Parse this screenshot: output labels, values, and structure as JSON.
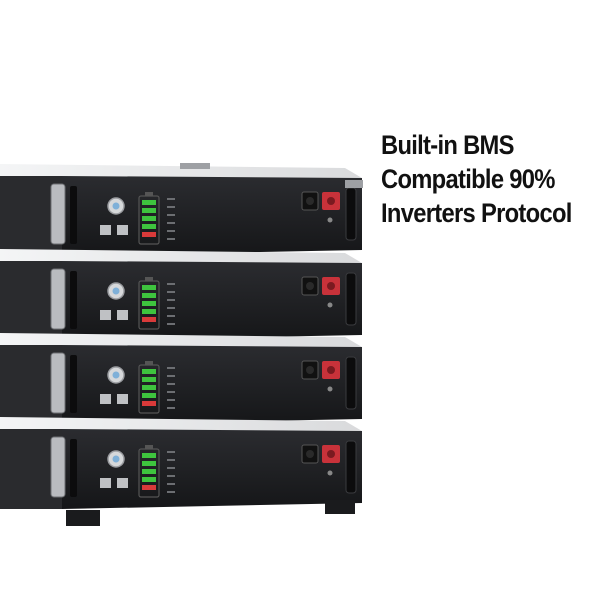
{
  "headline": {
    "line1": "Built-in BMS",
    "line2": "Compatible 90%",
    "line3": "Inverters Protocol"
  },
  "modules": [
    {
      "name": "battery-module-1",
      "soc_bars_lit": 5
    },
    {
      "name": "battery-module-2",
      "soc_bars_lit": 5
    },
    {
      "name": "battery-module-3",
      "soc_bars_lit": 5
    },
    {
      "name": "battery-module-4",
      "soc_bars_lit": 5
    }
  ],
  "colors": {
    "panel": "#1e1f22",
    "casing_side": "#2a2b2e",
    "top_cover": "#e6e7e9",
    "soc_green": "#3ec43e",
    "soc_red": "#d93a3a",
    "terminal_red": "#c8323a"
  }
}
